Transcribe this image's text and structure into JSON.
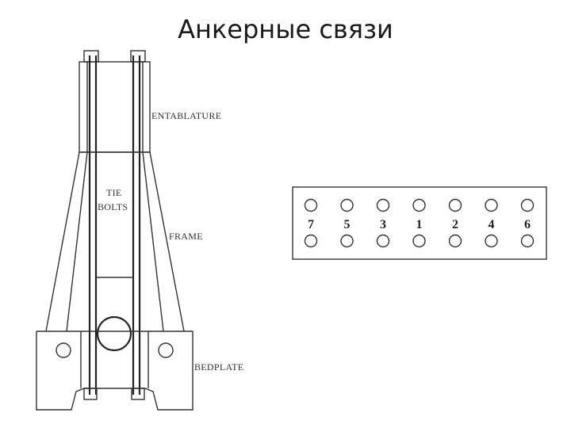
{
  "title": "Анкерные связи",
  "labels": {
    "entablature": "ENTABLATURE",
    "tie": "TIE",
    "bolts": "BOLTS",
    "frame": "FRAME",
    "bedplate": "BEDPLATE"
  },
  "bolt_order": [
    "7",
    "5",
    "3",
    "1",
    "2",
    "4",
    "6"
  ],
  "colors": {
    "line": "#333333",
    "background": "#ffffff"
  }
}
